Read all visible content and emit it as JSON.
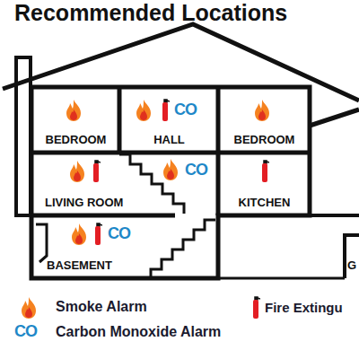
{
  "diagram": {
    "title": "Recommended Locations",
    "nodes": [
      {
        "text": [
          "BEDROOM"
        ]
      },
      {
        "text": [
          "HALL"
        ]
      },
      {
        "text": [
          "BEDROOM"
        ]
      },
      {
        "text": [
          "LIVING ROOM"
        ]
      },
      {
        "text": [
          "KITCHEN"
        ]
      },
      {
        "text": [
          "BASEMENT"
        ]
      },
      {
        "text": [
          "G"
        ]
      }
    ],
    "labels": [
      "CO",
      "CO",
      "CO",
      "CO"
    ],
    "legend": [
      {
        "text": "Smoke Alarm"
      },
      {
        "text": "Fire Extingu"
      },
      {
        "text": "Carbon Monoxide Alarm"
      }
    ]
  }
}
